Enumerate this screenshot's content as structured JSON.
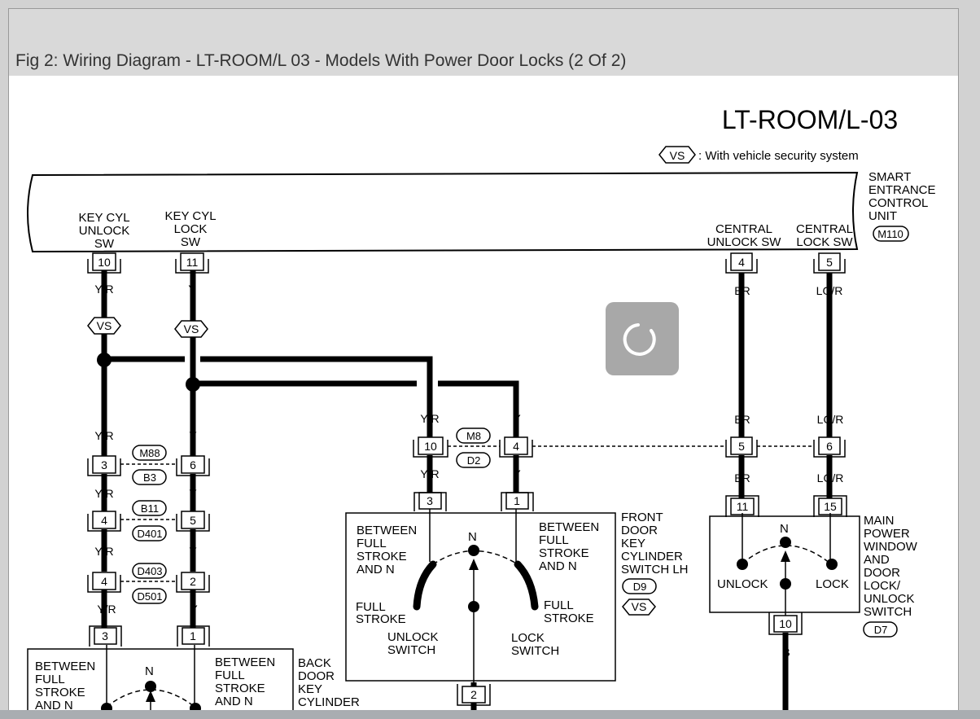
{
  "figure": {
    "title": "Fig 2: Wiring Diagram - LT-ROOM/L 03 - Models With Power Door Locks (2 Of 2)"
  },
  "diagram": {
    "code": "LT-ROOM/L-03",
    "legend_symbol": "VS",
    "legend_text": ": With vehicle security system",
    "unit_label": [
      "SMART",
      "ENTRANCE",
      "CONTROL",
      "UNIT"
    ],
    "unit_connector": "M110",
    "sw_key_unlock": [
      "KEY CYL",
      "UNLOCK",
      "SW"
    ],
    "sw_key_lock": [
      "KEY CYL",
      "LOCK",
      "SW"
    ],
    "sw_central_unlock": [
      "CENTRAL",
      "UNLOCK SW"
    ],
    "sw_central_lock": [
      "CENTRAL",
      "LOCK SW"
    ],
    "pins": {
      "p10": "10",
      "p11": "11",
      "p4": "4",
      "p5": "5",
      "m8a": "10",
      "m8b": "4",
      "m8c": "5",
      "m8d": "6",
      "d9a": "3",
      "d9b": "1",
      "d9c": "2",
      "d7a": "11",
      "d7b": "15",
      "d7c": "10",
      "j1a": "3",
      "j1b": "6",
      "j2a": "4",
      "j2b": "5",
      "j3a": "4",
      "j3b": "2",
      "bd1": "3",
      "bd2": "1"
    },
    "wires": {
      "yr": "Y/R",
      "y": "Y",
      "br": "BR",
      "lgr": "LG/R",
      "b": "B"
    },
    "connectors": {
      "m88": "M88",
      "b3": "B3",
      "b11": "B11",
      "d401": "D401",
      "d403": "D403",
      "d501": "D501",
      "m8": "M8",
      "d2": "D2",
      "d9": "D9",
      "d7": "D7"
    },
    "front_switch": {
      "left_top": [
        "BETWEEN",
        "FULL",
        "STROKE",
        "AND N"
      ],
      "right_top": [
        "BETWEEN",
        "FULL",
        "STROKE",
        "AND N"
      ],
      "neutral": "N",
      "left_full": [
        "FULL",
        "STROKE"
      ],
      "right_full": [
        "FULL",
        "STROKE"
      ],
      "unlock_switch": [
        "UNLOCK",
        "SWITCH"
      ],
      "lock_switch": [
        "LOCK",
        "SWITCH"
      ],
      "name": [
        "FRONT",
        "DOOR",
        "KEY",
        "CYLINDER",
        "SWITCH LH"
      ]
    },
    "main_switch": {
      "neutral": "N",
      "unlock": "UNLOCK",
      "lock": "LOCK",
      "name": [
        "MAIN",
        "POWER",
        "WINDOW",
        "AND",
        "DOOR",
        "LOCK/",
        "UNLOCK",
        "SWITCH"
      ]
    },
    "back_switch": {
      "left_top": [
        "BETWEEN",
        "FULL",
        "STROKE",
        "AND N"
      ],
      "right_top": [
        "BETWEEN",
        "FULL",
        "STROKE",
        "AND N"
      ],
      "neutral": "N",
      "name": [
        "BACK",
        "DOOR",
        "KEY",
        "CYLINDER"
      ]
    }
  },
  "ui": {
    "loading": "loading-spinner"
  }
}
